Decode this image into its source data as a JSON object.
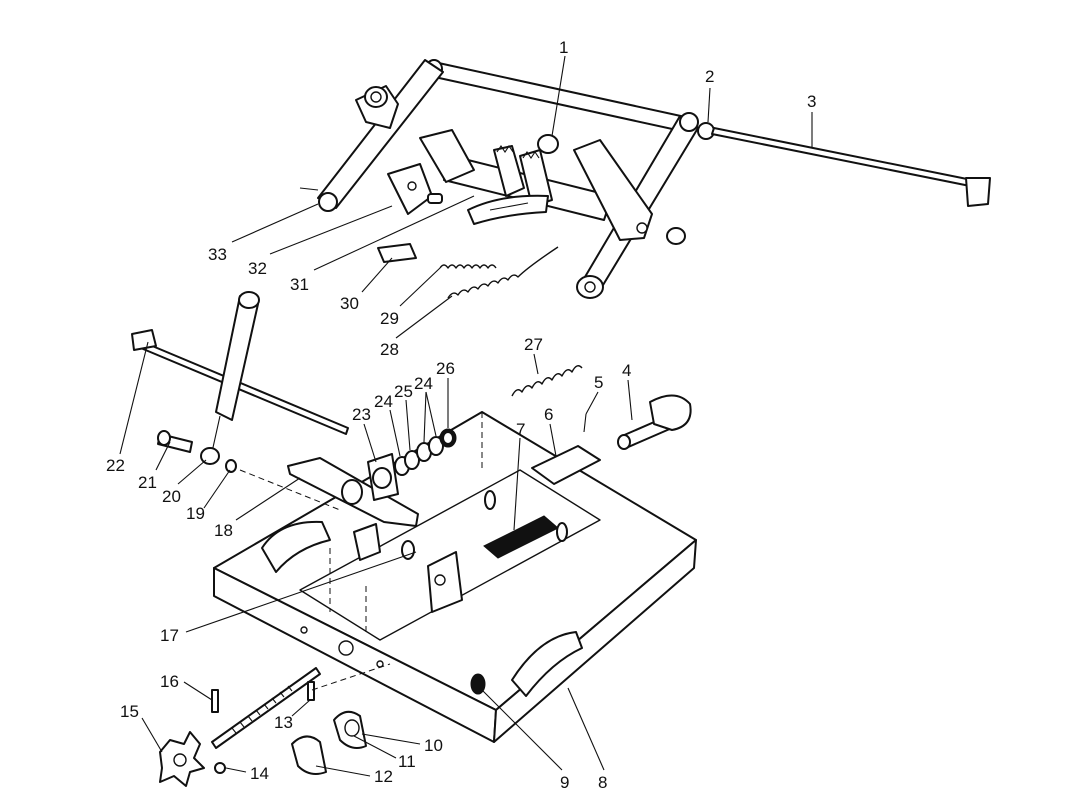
{
  "callouts": [
    {
      "id": "c1",
      "label": "1"
    },
    {
      "id": "c2",
      "label": "2"
    },
    {
      "id": "c3",
      "label": "3"
    },
    {
      "id": "c4",
      "label": "4"
    },
    {
      "id": "c5",
      "label": "5"
    },
    {
      "id": "c6",
      "label": "6"
    },
    {
      "id": "c7",
      "label": "7"
    },
    {
      "id": "c8",
      "label": "8"
    },
    {
      "id": "c9",
      "label": "9"
    },
    {
      "id": "c10",
      "label": "10"
    },
    {
      "id": "c11",
      "label": "11"
    },
    {
      "id": "c12",
      "label": "12"
    },
    {
      "id": "c13",
      "label": "13"
    },
    {
      "id": "c14",
      "label": "14"
    },
    {
      "id": "c15",
      "label": "15"
    },
    {
      "id": "c16",
      "label": "16"
    },
    {
      "id": "c17",
      "label": "17"
    },
    {
      "id": "c18",
      "label": "18"
    },
    {
      "id": "c19",
      "label": "19"
    },
    {
      "id": "c20",
      "label": "20"
    },
    {
      "id": "c21",
      "label": "21"
    },
    {
      "id": "c22",
      "label": "22"
    },
    {
      "id": "c23",
      "label": "23"
    },
    {
      "id": "c24a",
      "label": "24"
    },
    {
      "id": "c24b",
      "label": "24"
    },
    {
      "id": "c25",
      "label": "25"
    },
    {
      "id": "c26",
      "label": "26"
    },
    {
      "id": "c27",
      "label": "27"
    },
    {
      "id": "c28",
      "label": "28"
    },
    {
      "id": "c29",
      "label": "29"
    },
    {
      "id": "c30",
      "label": "30"
    },
    {
      "id": "c31",
      "label": "31"
    },
    {
      "id": "c32",
      "label": "32"
    },
    {
      "id": "c33",
      "label": "33"
    }
  ]
}
